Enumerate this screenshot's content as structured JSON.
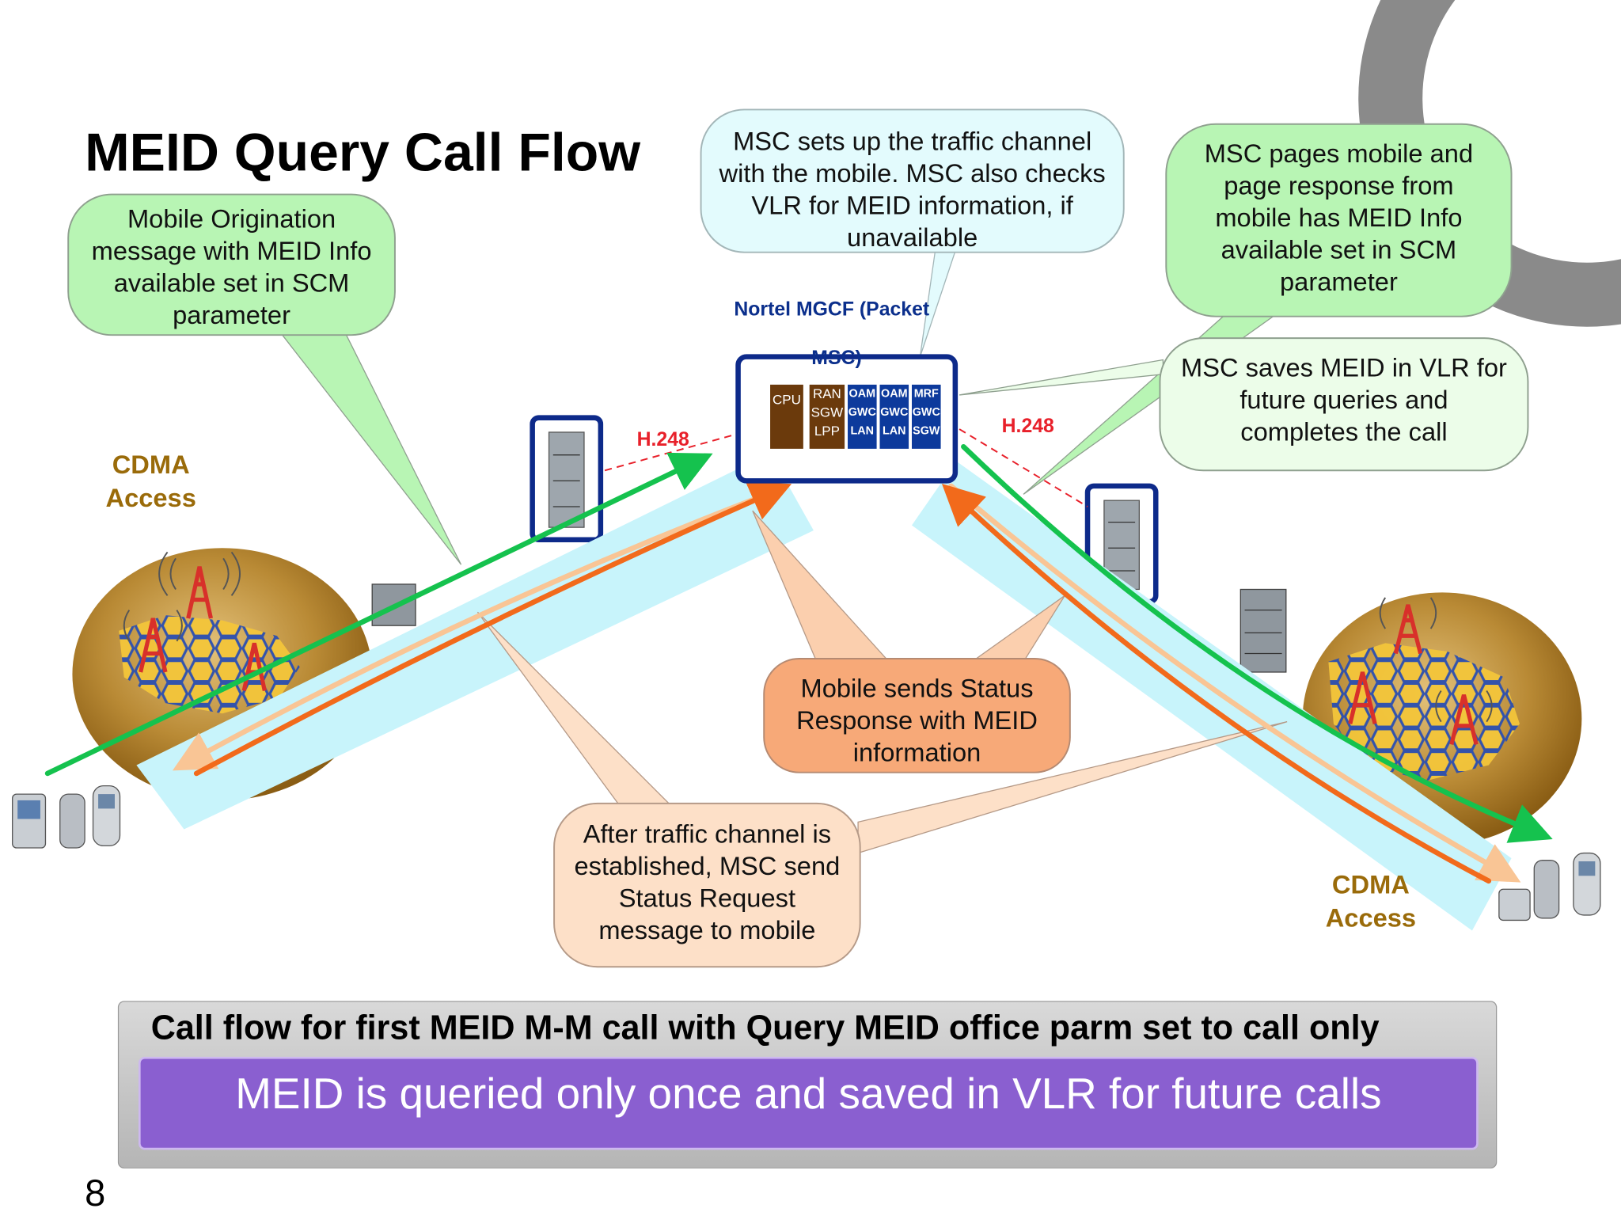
{
  "title": "MEID Query Call Flow",
  "callouts": {
    "origination": "Mobile Origination message with MEID Info available set in SCM parameter",
    "traffic_channel": "MSC sets up the traffic channel with the mobile. MSC also checks VLR for MEID information, if unavailable",
    "pages_mobile": "MSC pages mobile and page response from mobile has MEID Info available set in SCM parameter",
    "saves_meid": "MSC saves MEID in VLR for future queries and completes the call",
    "status_response": "Mobile sends Status Response with MEID information",
    "status_request": "After traffic channel is established, MSC send Status Request message to mobile"
  },
  "labels": {
    "nortel_line1": "Nortel MGCF (Packet",
    "nortel_line2": "MSC)",
    "h248_left": "H.248",
    "h248_right": "H.248",
    "cdma_left_1": "CDMA",
    "cdma_left_2": "Access",
    "cdma_right_1": "CDMA",
    "cdma_right_2": "Access"
  },
  "msc_cards": [
    {
      "text": "CPU"
    },
    {
      "text": "RAN SGW LPP"
    },
    {
      "text": "OAM GWC LAN"
    },
    {
      "text": "OAM GWC LAN"
    },
    {
      "text": "MRF GWC SGW"
    }
  ],
  "footer": {
    "caption": "Call flow for first MEID M-M call with Query MEID office parm set to call only",
    "banner": "MEID is queried only once and saved in VLR for future calls"
  },
  "page_number": "8",
  "colors": {
    "green_arrow": "#15c24e",
    "orange_arrow": "#f26a1b",
    "peach_arrow": "#f9c595",
    "cyan_band": "#c8f4fb",
    "green_callout": "#b8f5b4",
    "cyan_callout": "#e3fbfd",
    "orange_callout": "#f7a978",
    "peach_callout": "#fde0c8",
    "msc_border": "#0d2a8a",
    "banner_purple": "#8a5fd0",
    "cdma_brown": "#9a6b0a"
  }
}
